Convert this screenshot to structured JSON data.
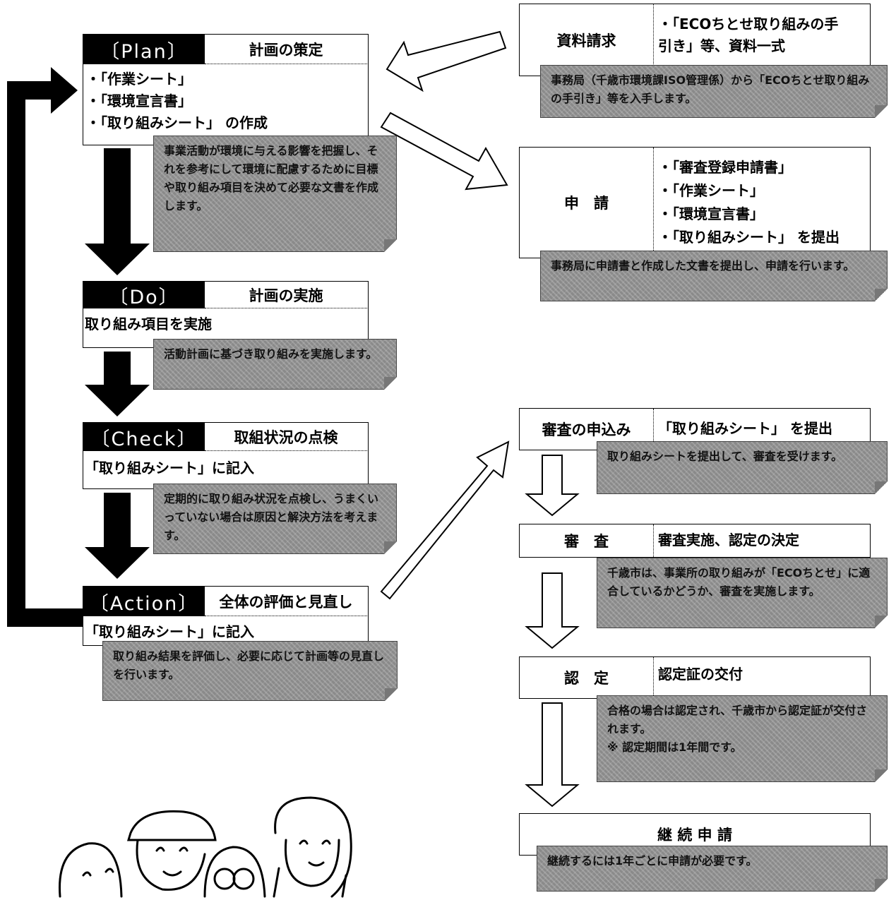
{
  "pdca": {
    "plan": {
      "header": "〔Plan〕",
      "title": "計画の策定",
      "lines": [
        "・「作業シート」",
        "・「環境宣言書」",
        "・「取り組みシート」 の作成"
      ],
      "note": "事業活動が環境に与える影響を把握し、それを参考にして環境に配慮するために目標や取り組み項目を決めて必要な文書を作成します。"
    },
    "do": {
      "header": "〔Do〕",
      "title": "計画の実施",
      "lines": [
        "取り組み項目を実施"
      ],
      "note": "活動計画に基づき取り組みを実施します。"
    },
    "check": {
      "header": "〔Check〕",
      "title": "取組状況の点検",
      "lines": [
        "「取り組みシート」に記入"
      ],
      "note": "定期的に取り組み状況を点検し、うまくいっていない場合は原因と解決方法を考えます。"
    },
    "action": {
      "header": "〔Action〕",
      "title": "全体の評価と見直し",
      "lines": [
        "「取り組みシート」に記入"
      ],
      "note": "取り組み結果を評価し、必要に応じて計画等の見直しを行います。"
    }
  },
  "process": {
    "request": {
      "label": "資料請求",
      "lines": [
        "・「ECOちとせ取り組みの手",
        "引き」等、資料一式"
      ],
      "note": "事務局（千歳市環境課ISO管理係）から「ECOちとせ取り組みの手引き」等を入手します。"
    },
    "apply": {
      "label": "申　請",
      "lines": [
        "・「審査登録申請書」",
        "・「作業シート」",
        "・「環境宣言書」",
        "・「取り組みシート」 を提出"
      ],
      "note": "事務局に申請書と作成した文書を提出し、申請を行います。"
    },
    "audit_apply": {
      "label": "審査の申込み",
      "lines": [
        "「取り組みシート」 を提出"
      ],
      "note": "取り組みシートを提出して、審査を受けます。"
    },
    "audit": {
      "label": "審　査",
      "lines": [
        "審査実施、認定の決定"
      ],
      "note": "千歳市は、事業所の取り組みが「ECOちとせ」に適合しているかどうか、審査を実施します。"
    },
    "certify": {
      "label": "認　定",
      "lines": [
        "認定証の交付"
      ],
      "note": "合格の場合は認定され、千歳市から認定証が交付されます。\n※ 認定期間は1年間です。"
    },
    "renew": {
      "label": "継 続 申 請",
      "note": "継続するには1年ごとに申請が必要です。"
    }
  }
}
